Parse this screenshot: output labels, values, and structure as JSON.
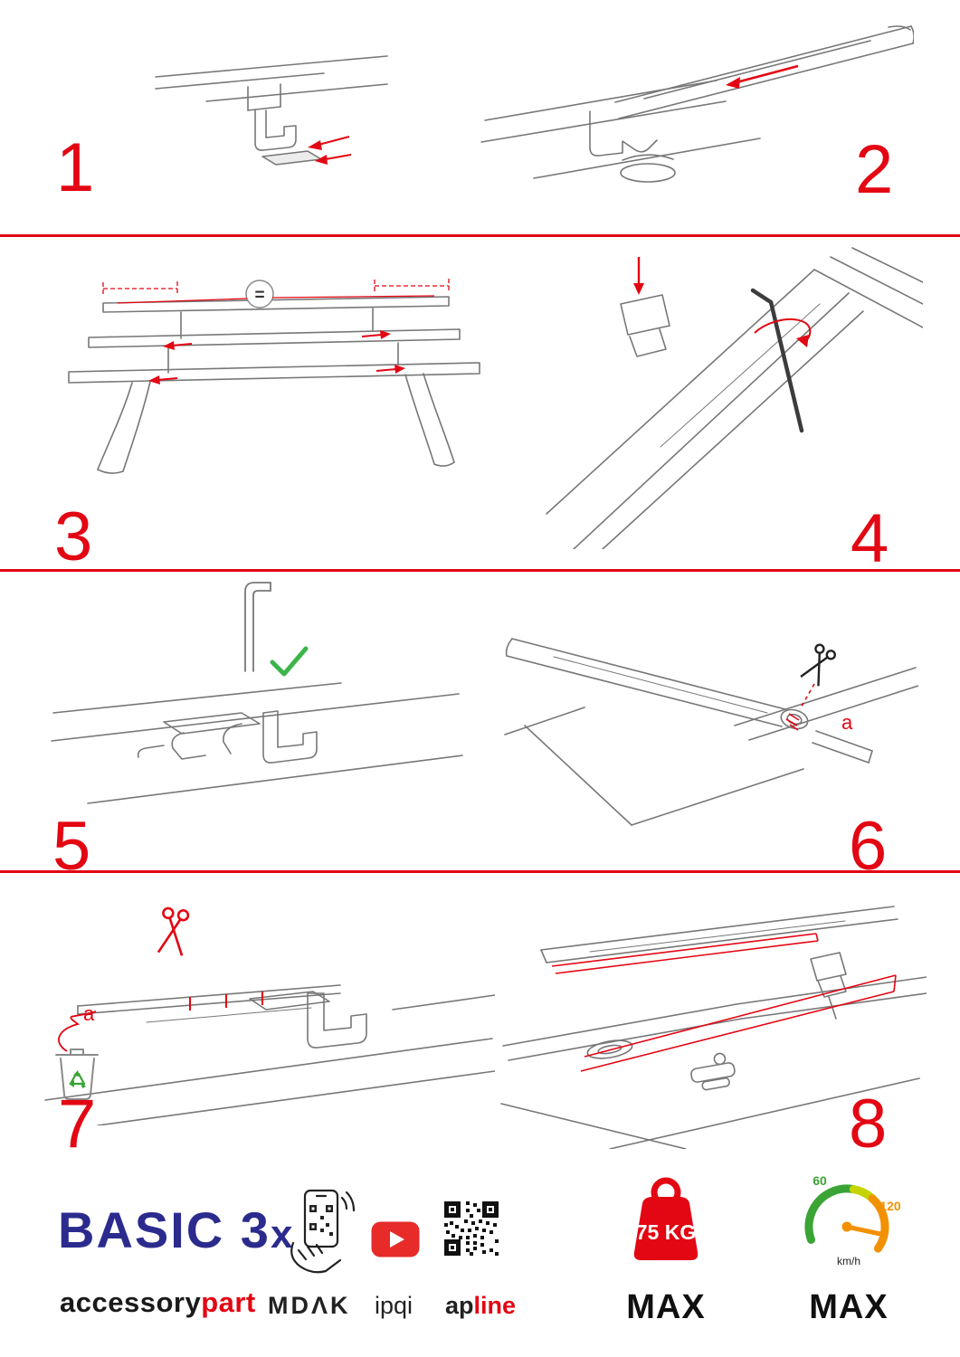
{
  "document": {
    "type": "assembly-instructions",
    "background": "#ffffff",
    "accent_red": "#e30613",
    "line_art_gray": "#777777"
  },
  "steps": [
    {
      "number": "1"
    },
    {
      "number": "2"
    },
    {
      "number": "3"
    },
    {
      "number": "4"
    },
    {
      "number": "5"
    },
    {
      "number": "6"
    },
    {
      "number": "7"
    },
    {
      "number": "8"
    }
  ],
  "labels": {
    "equal_spacing": "=",
    "cut_label_step6": "a",
    "cut_label_step7": "a"
  },
  "footer": {
    "product_name_main": "BASIC 3",
    "product_name_suffix": "x",
    "product_name_color": "#2b2b8e",
    "brand_part1": "accessory",
    "brand_part2": "part",
    "logo_mdak": "MDΛK",
    "logo_ipqi": "ipqi",
    "logo_apline_part1": "ap",
    "logo_apline_part2": "line",
    "max_load": "75 KG",
    "max_load_label": "MAX",
    "speed_tick_low": "60",
    "speed_tick_high": "120",
    "speed_unit": "km/h",
    "speed_label": "MAX"
  }
}
